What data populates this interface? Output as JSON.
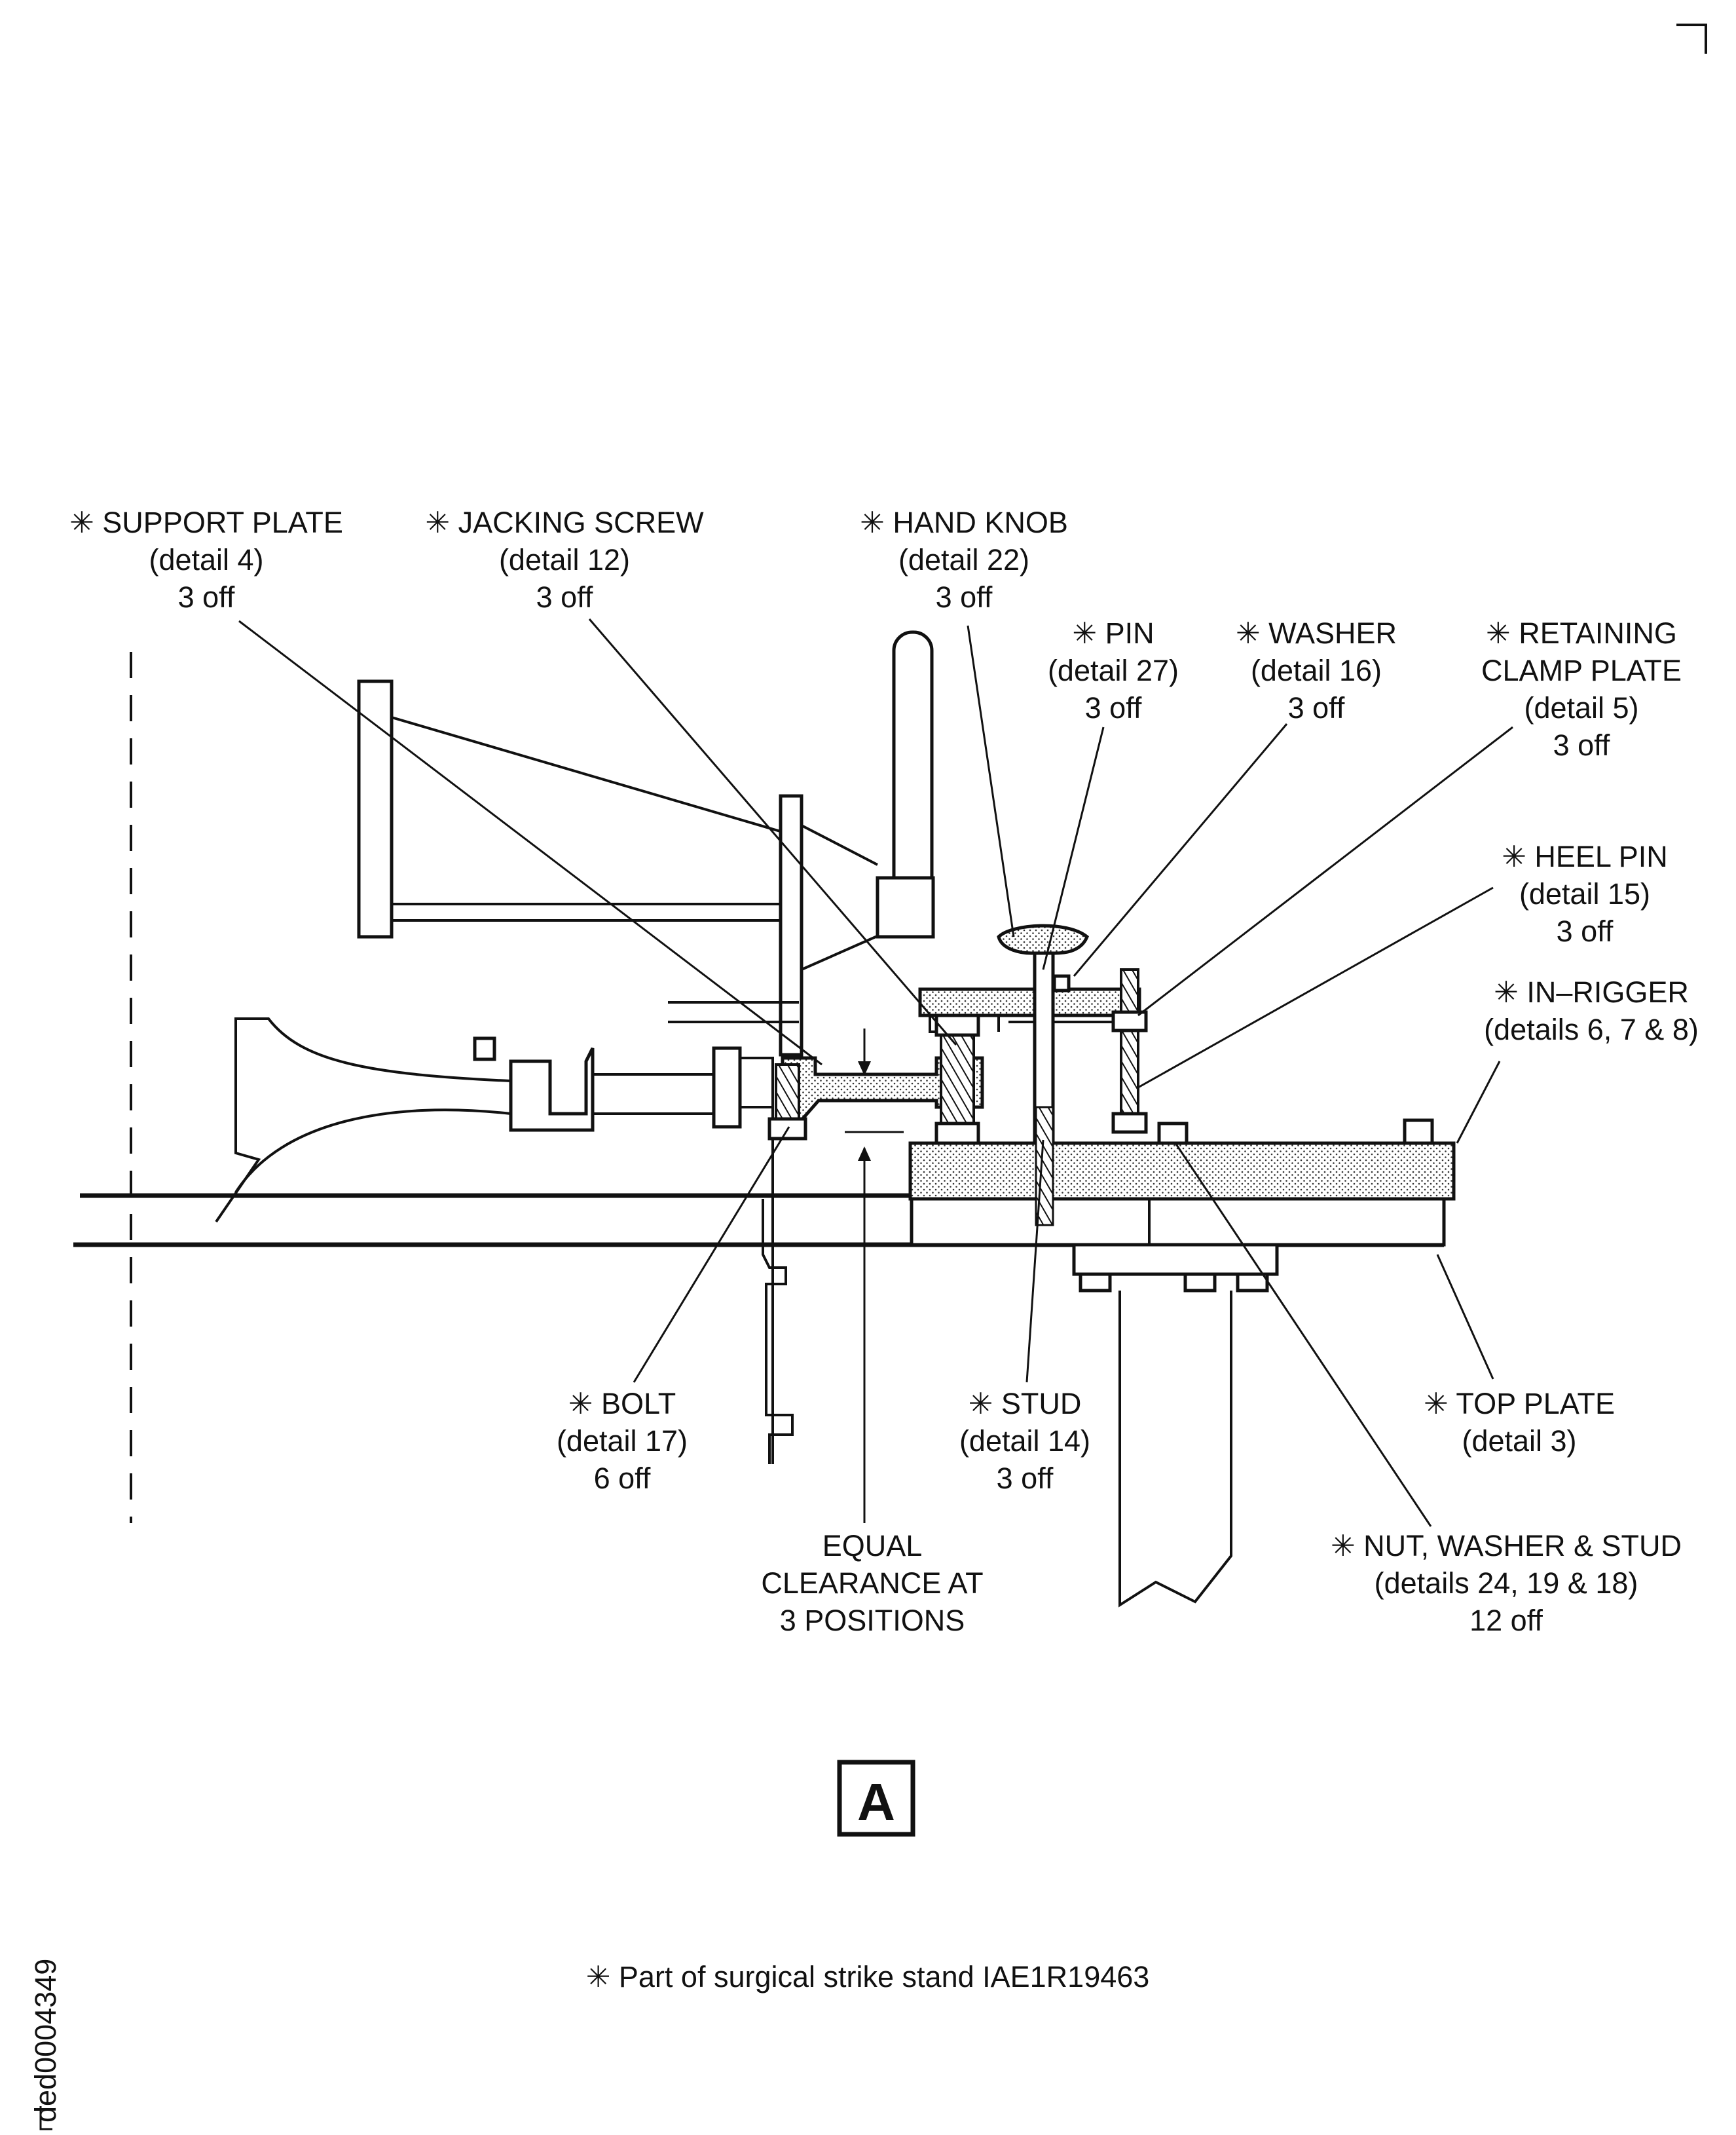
{
  "figure_letter": "A",
  "drawing_id": "ded0004349",
  "footnote": "✳ Part of surgical strike stand IAE1R19463",
  "callouts": {
    "support_plate": [
      "✳ SUPPORT PLATE",
      "(detail 4)",
      "3 off"
    ],
    "jacking_screw": [
      "✳ JACKING SCREW",
      "(detail 12)",
      "3 off"
    ],
    "hand_knob": [
      "✳ HAND KNOB",
      "(detail 22)",
      "3 off"
    ],
    "pin": [
      "✳ PIN",
      "(detail 27)",
      "3 off"
    ],
    "washer": [
      "✳ WASHER",
      "(detail 16)",
      "3 off"
    ],
    "retaining_clamp_plate": [
      "✳ RETAINING",
      "CLAMP PLATE",
      "(detail 5)",
      "3 off"
    ],
    "heel_pin": [
      "✳ HEEL PIN",
      "(detail 15)",
      "3 off"
    ],
    "in_rigger": [
      "✳ IN–RIGGER",
      "(details 6, 7 & 8)"
    ],
    "bolt": [
      "✳ BOLT",
      "(detail 17)",
      "6 off"
    ],
    "stud": [
      "✳ STUD",
      "(detail 14)",
      "3 off"
    ],
    "top_plate": [
      "✳ TOP PLATE",
      "(detail 3)"
    ],
    "equal_clearance": [
      "EQUAL",
      "CLEARANCE AT",
      "3 POSITIONS"
    ],
    "nut_washer_stud": [
      "✳ NUT, WASHER & STUD",
      "(details 24, 19 & 18)",
      "12 off"
    ]
  }
}
